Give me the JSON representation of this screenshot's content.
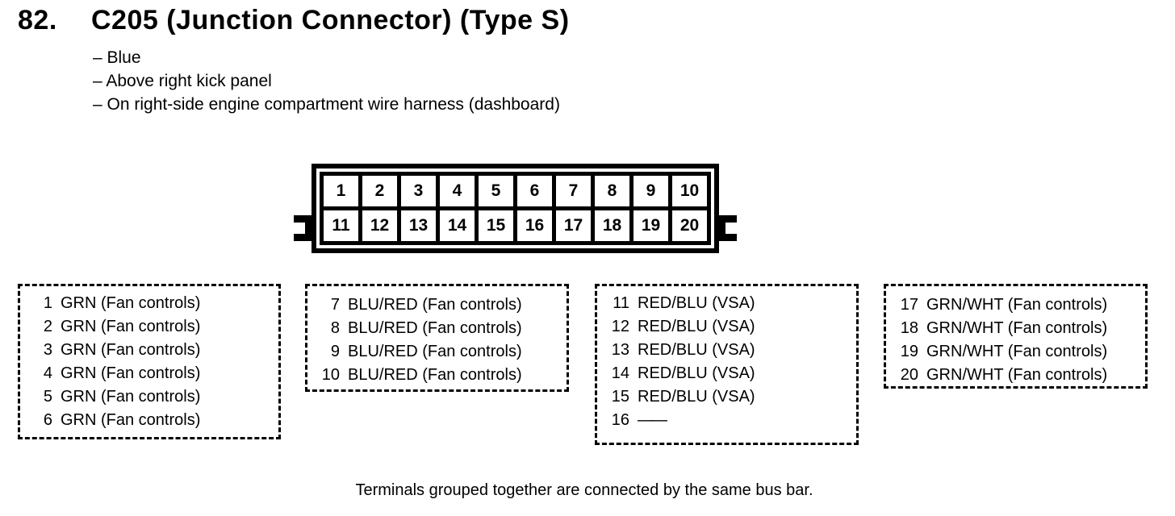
{
  "header": {
    "item_number": "82.",
    "title": "C205 (Junction Connector) (Type S)",
    "details": [
      "– Blue",
      "– Above right kick panel",
      "– On right-side engine compartment wire harness (dashboard)"
    ]
  },
  "connector": {
    "pins": [
      "1",
      "2",
      "3",
      "4",
      "5",
      "6",
      "7",
      "8",
      "9",
      "10",
      "11",
      "12",
      "13",
      "14",
      "15",
      "16",
      "17",
      "18",
      "19",
      "20"
    ]
  },
  "terminal_groups": [
    {
      "rows": [
        {
          "pin": "1",
          "label": "GRN (Fan controls)"
        },
        {
          "pin": "2",
          "label": "GRN (Fan controls)"
        },
        {
          "pin": "3",
          "label": "GRN (Fan controls)"
        },
        {
          "pin": "4",
          "label": "GRN (Fan controls)"
        },
        {
          "pin": "5",
          "label": "GRN (Fan controls)"
        },
        {
          "pin": "6",
          "label": "GRN (Fan controls)"
        }
      ]
    },
    {
      "rows": [
        {
          "pin": "7",
          "label": "BLU/RED (Fan controls)"
        },
        {
          "pin": "8",
          "label": "BLU/RED (Fan controls)"
        },
        {
          "pin": "9",
          "label": "BLU/RED (Fan controls)"
        },
        {
          "pin": "10",
          "label": "BLU/RED (Fan controls)"
        }
      ]
    },
    {
      "rows": [
        {
          "pin": "11",
          "label": "RED/BLU (VSA)"
        },
        {
          "pin": "12",
          "label": "RED/BLU (VSA)"
        },
        {
          "pin": "13",
          "label": "RED/BLU (VSA)"
        },
        {
          "pin": "14",
          "label": "RED/BLU (VSA)"
        },
        {
          "pin": "15",
          "label": "RED/BLU (VSA)"
        },
        {
          "pin": "16",
          "label": "——"
        }
      ]
    },
    {
      "rows": [
        {
          "pin": "17",
          "label": "GRN/WHT (Fan controls)"
        },
        {
          "pin": "18",
          "label": "GRN/WHT (Fan controls)"
        },
        {
          "pin": "19",
          "label": "GRN/WHT (Fan controls)"
        },
        {
          "pin": "20",
          "label": "GRN/WHT (Fan controls)"
        }
      ]
    }
  ],
  "footnote": "Terminals grouped together are connected by the same bus bar.",
  "colors": {
    "ink": "#000000",
    "paper": "#ffffff"
  }
}
